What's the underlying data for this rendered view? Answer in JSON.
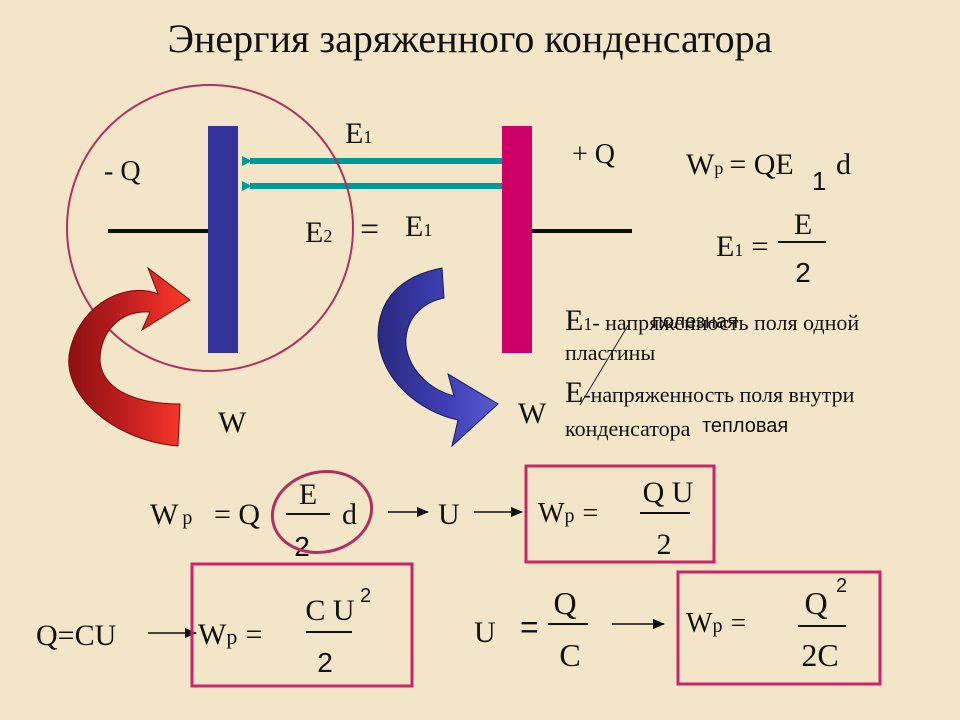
{
  "title": "Энергия заряженного конденсатора",
  "colors": {
    "background": "#f3e6c8",
    "left_plate": "#333399",
    "right_plate": "#cc0066",
    "field_arrow": "#009999",
    "circle": "#b03060",
    "box": "#c8246a",
    "red_arrow": "#d62020",
    "blue_arrow": "#3a3aa8"
  },
  "plates": {
    "left_charge": "- Q",
    "right_charge": "+ Q"
  },
  "field": {
    "E1_top": "E",
    "E1_top_sub": "1",
    "E2_label": "E",
    "E2_sub": "2",
    "equals": "=",
    "E1_mid": "E",
    "E1_mid_sub": "1"
  },
  "energy_labels": {
    "left_W": "W",
    "right_W": "W"
  },
  "formulas": {
    "top_right": {
      "W": "W",
      "p": "p",
      "rhs_start": "= QE",
      "sub": "1",
      "d": "d"
    },
    "e1_def": {
      "E": "E",
      "sub": "1",
      "eq": "=",
      "num": "E",
      "den": "2"
    }
  },
  "descriptions": {
    "line1_E": "E",
    "line1_sub": "1",
    "line1_rest": "- напряженность поля одной",
    "line1_overlay": "полезная",
    "line2": "пластины",
    "line3_E": "E",
    "line3_rest": "-напряженность поля внутри",
    "line4": "конденсатора",
    "line4_overlay": "тепловая"
  },
  "row1": {
    "W": "W",
    "p": "p",
    "eq_Q": "= Q",
    "num": "E",
    "den": "2",
    "d": "d",
    "U": "U",
    "boxed_W": "W",
    "boxed_p": "p",
    "boxed_eq": "=",
    "boxed_num": "Q U",
    "boxed_den": "2"
  },
  "row2": {
    "qcu": "Q=CU",
    "W": "W",
    "p": "p",
    "eq": "=",
    "num": "C U",
    "sup": "2",
    "den": "2",
    "U": "U",
    "eq2": "=",
    "u_num": "Q",
    "u_den": "C",
    "boxed_W": "W",
    "boxed_p": "p",
    "boxed_eq": "=",
    "boxed_num": "Q",
    "boxed_sup": "2",
    "boxed_den": "2C"
  }
}
